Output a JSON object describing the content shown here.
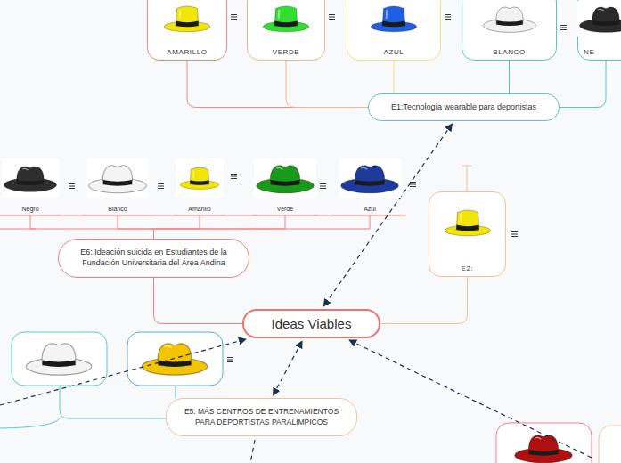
{
  "diagram": {
    "nodes": [
      {
        "text": [
          "AMARILLO"
        ]
      },
      {
        "text": [
          "VERDE"
        ]
      },
      {
        "text": [
          "AZUL"
        ]
      },
      {
        "text": [
          "BLANCO"
        ]
      },
      {
        "text": [
          "NE"
        ]
      },
      {
        "text": [
          "E1:Tecnología wearable para deportistas"
        ]
      },
      {
        "text": [
          "Negro"
        ]
      },
      {
        "text": [
          "Blanco"
        ]
      },
      {
        "text": [
          "Amarillo"
        ]
      },
      {
        "text": [
          "Verde"
        ]
      },
      {
        "text": [
          "Azul"
        ]
      },
      {
        "text": [
          "E2:"
        ]
      },
      {
        "text": [
          "E6: Ideación suicida en Estudiantes de la Fundación Universitaria del Área Andina"
        ]
      },
      {
        "text": [
          "Ideas Viables"
        ]
      },
      {
        "text": [
          "E5: MÁS CENTROS DE ENTRENAMIENTOS PARA DEPORTISTAS PARALÍMPICOS"
        ]
      }
    ],
    "edges": [
      {
        "from": 0,
        "to": 5,
        "arrow": "none"
      },
      {
        "from": 1,
        "to": 5,
        "arrow": "none"
      },
      {
        "from": 2,
        "to": 5,
        "arrow": "none"
      },
      {
        "from": 3,
        "to": 5,
        "arrow": "none"
      },
      {
        "from": 4,
        "to": 5,
        "arrow": "none"
      },
      {
        "from": 5,
        "to": 13,
        "arrow": "both"
      },
      {
        "from": 6,
        "to": 12,
        "arrow": "none"
      },
      {
        "from": 7,
        "to": 12,
        "arrow": "none"
      },
      {
        "from": 8,
        "to": 12,
        "arrow": "none"
      },
      {
        "from": 9,
        "to": 12,
        "arrow": "none"
      },
      {
        "from": 10,
        "to": 12,
        "arrow": "none"
      },
      {
        "from": 11,
        "to": 13,
        "arrow": "none"
      },
      {
        "from": 12,
        "to": 13,
        "arrow": "none"
      },
      {
        "from": 14,
        "to": 13,
        "arrow": "both"
      }
    ]
  }
}
